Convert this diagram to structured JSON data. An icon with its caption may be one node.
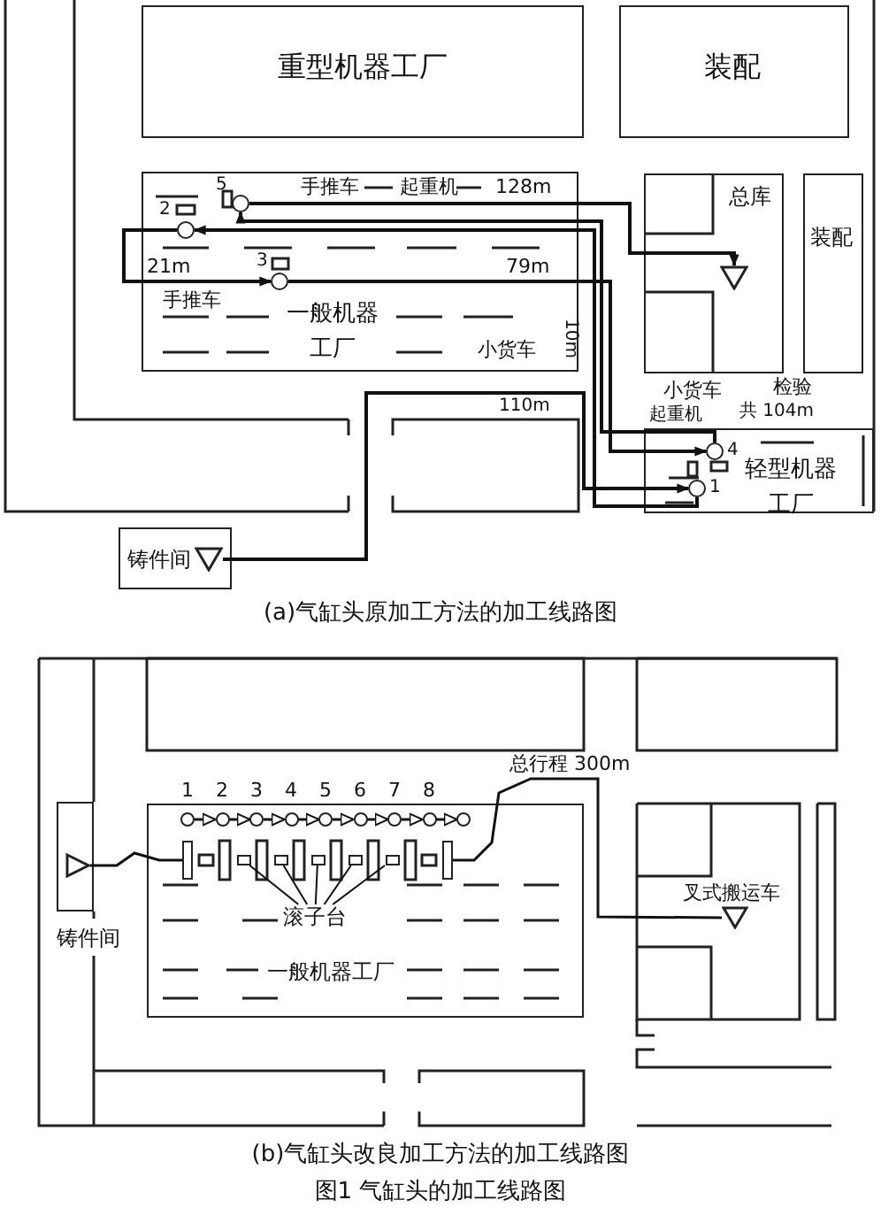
{
  "diagram": {
    "caption": "图1 气缸头的加工线路图",
    "nodes": [
      {
        "text": [
          "重型机器工厂"
        ]
      },
      {
        "text": [
          "装配"
        ]
      },
      {
        "text": [
          "一般机器工厂"
        ]
      },
      {
        "text": [
          "总库"
        ]
      },
      {
        "text": [],
        "shape": "triangle",
        "in": 3
      },
      {
        "text": [
          "装配"
        ]
      },
      {
        "text": [
          "轻型机器工厂"
        ]
      },
      {
        "text": [
          "铸件间"
        ]
      },
      {
        "text": [],
        "shape": "triangle",
        "in": 7
      },
      {
        "text": [
          "5"
        ],
        "in": 2
      },
      {
        "text": [
          "2"
        ],
        "in": 2
      },
      {
        "text": [
          "3"
        ],
        "in": 2
      },
      {
        "text": [
          "4"
        ],
        "in": 6
      },
      {
        "text": [
          "1"
        ],
        "in": 6
      },
      {
        "text": [
          "铸件间"
        ]
      },
      {
        "text": [],
        "shape": "triangle",
        "in": 14
      },
      {
        "text": [
          "一般机器工厂"
        ]
      },
      {
        "text": [
          "1"
        ],
        "in": 16
      },
      {
        "text": [
          "2"
        ],
        "in": 16
      },
      {
        "text": [
          "3"
        ],
        "in": 16
      },
      {
        "text": [
          "4"
        ],
        "in": 16
      },
      {
        "text": [
          "5"
        ],
        "in": 16
      },
      {
        "text": [
          "6"
        ],
        "in": 16
      },
      {
        "text": [
          "7"
        ],
        "in": 16
      },
      {
        "text": [
          "8"
        ],
        "in": 16
      },
      {
        "text": [],
        "shape": "circle",
        "in": 16
      },
      {
        "text": [],
        "shape": "box",
        "in": 16
      },
      {
        "text": [],
        "shape": "box",
        "in": 16
      },
      {
        "text": [],
        "shape": "box",
        "in": 16
      },
      {
        "text": [],
        "shape": "box",
        "in": 16
      },
      {
        "text": [],
        "shape": "box",
        "in": 16
      },
      {
        "text": [],
        "shape": "box",
        "in": 16
      },
      {
        "text": [],
        "shape": "box",
        "in": 16
      },
      {
        "text": [
          "滚子台"
        ],
        "in": 16
      },
      {
        "text": [],
        "shape": "triangle",
        "beside": [
          "叉式搬运车"
        ]
      }
    ],
    "edges": [
      {
        "from": 8,
        "to": 13,
        "arrow": "to",
        "label": "110m"
      },
      {
        "from": 13,
        "to": 10,
        "arrow": "to"
      },
      {
        "from": 10,
        "to": 11,
        "arrow": "to",
        "label": "21m"
      },
      {
        "from": 11,
        "to": 12,
        "arrow": "to",
        "label": "79m"
      },
      {
        "from": 12,
        "to": 9,
        "arrow": "to"
      },
      {
        "from": 9,
        "to": 4,
        "arrow": "to",
        "label": "128m"
      },
      {
        "from": 15,
        "to": 26,
        "arrow": "none"
      },
      {
        "from": 17,
        "to": 18,
        "arrow": "to"
      },
      {
        "from": 18,
        "to": 19,
        "arrow": "to"
      },
      {
        "from": 19,
        "to": 20,
        "arrow": "to"
      },
      {
        "from": 20,
        "to": 21,
        "arrow": "to"
      },
      {
        "from": 21,
        "to": 22,
        "arrow": "to"
      },
      {
        "from": 22,
        "to": 23,
        "arrow": "to"
      },
      {
        "from": 23,
        "to": 24,
        "arrow": "to"
      },
      {
        "from": 24,
        "to": 25,
        "arrow": "to"
      },
      {
        "from": 32,
        "to": 34,
        "arrow": "none",
        "label": "总行程 300m"
      },
      {
        "from": 33,
        "to": 27,
        "arrow": "none"
      },
      {
        "from": 33,
        "to": 28,
        "arrow": "none"
      },
      {
        "from": 33,
        "to": 29,
        "arrow": "none"
      },
      {
        "from": 33,
        "to": 30,
        "arrow": "none"
      },
      {
        "from": 33,
        "to": 31,
        "arrow": "none"
      }
    ],
    "labels": [
      "手推车",
      "起重机",
      "手推车",
      "小货车",
      "10m",
      "小货车",
      "检验",
      "共 104m",
      "起重机",
      "(a)气缸头原加工方法的加工线路图",
      "(b)气缸头改良加工方法的加工线路图"
    ]
  }
}
